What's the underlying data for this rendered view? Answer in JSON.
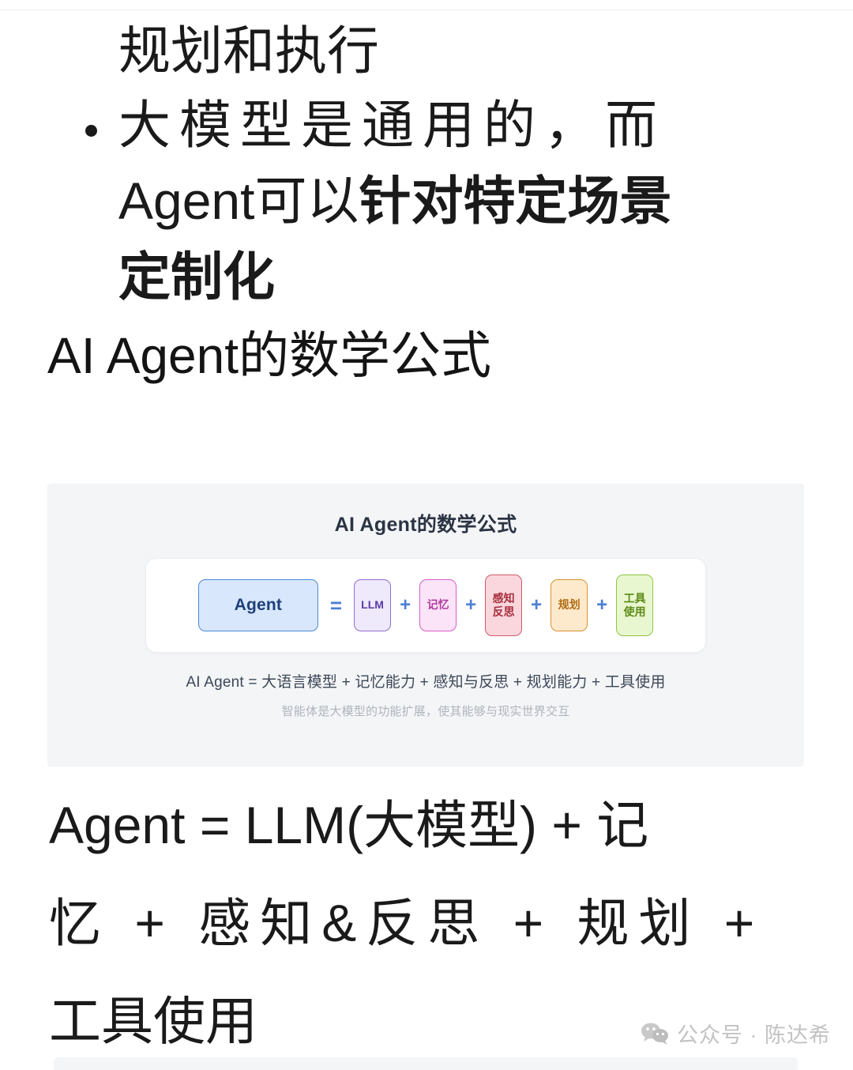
{
  "article": {
    "heading": "规划和执行",
    "bullet_line": "大模型是通用的，而",
    "cont_plain": "Agent可以",
    "cont_bold": "针对特定场景",
    "bold_line": "定制化",
    "subheading": "AI Agent的数学公式"
  },
  "figure": {
    "title": "AI Agent的数学公式",
    "formula_caption": "AI Agent = 大语言模型 + 记忆能力 + 感知与反思 + 规划能力 + 工具使用",
    "subtitle": "智能体是大模型的功能扩展，使其能够与现实世界交互",
    "operators": {
      "equals": "=",
      "plus": "+"
    },
    "nodes": [
      {
        "label": "Agent",
        "fill": "#d8e7fb",
        "border": "#4c89d6",
        "text": "#1f3f7a"
      },
      {
        "label": "LLM",
        "fill": "#eee9fb",
        "border": "#8f6fd0",
        "text": "#5b3aa8"
      },
      {
        "label": "记忆",
        "fill": "#fbe4f8",
        "border": "#d65fc4",
        "text": "#b03a9e"
      },
      {
        "label": "感知\n反思",
        "fill": "#f9d7dc",
        "border": "#cf5a6c",
        "text": "#a8303f"
      },
      {
        "label": "规划",
        "fill": "#fdeacd",
        "border": "#d99231",
        "text": "#b06b12"
      },
      {
        "label": "工具\n使用",
        "fill": "#e9f7d0",
        "border": "#8ec63f",
        "text": "#5c8a16"
      }
    ]
  },
  "bottom": {
    "line1": "Agent = LLM(大模型) + 记",
    "line2": "忆 + 感知&反思 + 规划 +",
    "line3": "工具使用"
  },
  "watermark": {
    "text": "公众号 · 陈达希",
    "icon": "wechat-icon",
    "color": "#c3c3c3"
  }
}
